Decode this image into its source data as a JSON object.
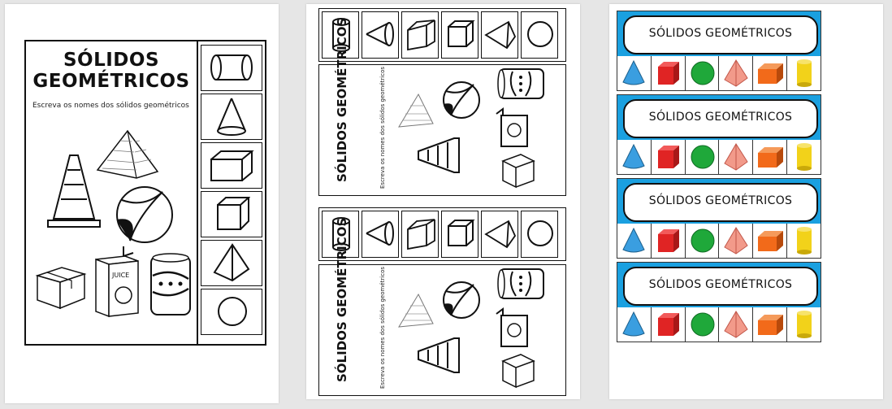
{
  "worksheet": {
    "title_line1": "SÓLIDOS",
    "title_line2": "GEOMÉTRICOS",
    "instruction": "Escreva os nomes dos sólidos geométricos",
    "box_label": "JUICE"
  },
  "page2": {
    "title": "SÓLIDOS GEOMÉTRICOS",
    "instruction": "Escreva os nomes dos sólidos geométricos"
  },
  "page3": {
    "banner_title": "SÓLIDOS GEOMÉTRICOS"
  },
  "colors": {
    "banner_blue": "#1aa0e0",
    "cone_blue": "#3a9ee0",
    "cube_red": "#e02424",
    "sphere_green": "#1fa83a",
    "pyramid_pink": "#f29a8a",
    "prism_orange": "#f26a1a",
    "cylinder_yellow": "#f2d21a"
  }
}
